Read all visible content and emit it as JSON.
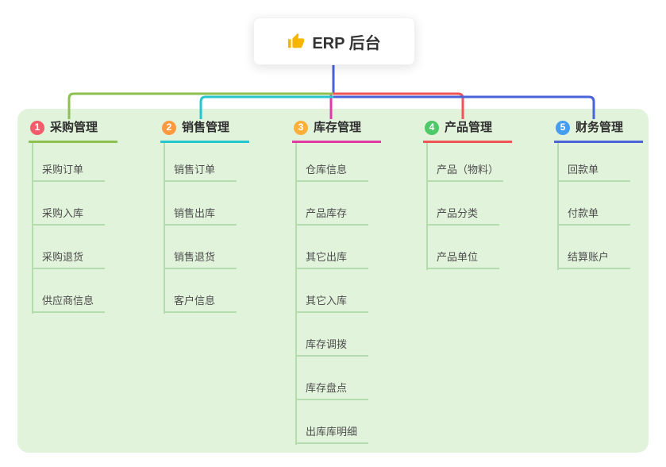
{
  "theme": {
    "panel_bg": "#e2f3dc",
    "child_line_color": "#b5dcae",
    "canvas_bg": "#ffffff"
  },
  "root": {
    "label": "ERP 后台",
    "icon": "thumbs-up-icon",
    "icon_color": "#f7b500",
    "trunk_color": "#4a63d8"
  },
  "branches": [
    {
      "num": "1",
      "label": "采购管理",
      "badge_color": "#f25c6b",
      "line_color": "#8cc152",
      "children": [
        "采购订单",
        "采购入库",
        "采购退货",
        "供应商信息"
      ]
    },
    {
      "num": "2",
      "label": "销售管理",
      "badge_color": "#ff9a40",
      "line_color": "#26c6cf",
      "children": [
        "销售订单",
        "销售出库",
        "销售退货",
        "客户信息"
      ]
    },
    {
      "num": "3",
      "label": "库存管理",
      "badge_color": "#ffb03a",
      "line_color": "#e23aa4",
      "children": [
        "仓库信息",
        "产品库存",
        "其它出库",
        "其它入库",
        "库存调拨",
        "库存盘点",
        "出库库明细"
      ]
    },
    {
      "num": "4",
      "label": "产品管理",
      "badge_color": "#4fc868",
      "line_color": "#f05455",
      "children": [
        "产品（物料）",
        "产品分类",
        "产品单位"
      ]
    },
    {
      "num": "5",
      "label": "财务管理",
      "badge_color": "#459df0",
      "line_color": "#4a63d8",
      "children": [
        "回款单",
        "付款单",
        "结算账户"
      ]
    }
  ]
}
